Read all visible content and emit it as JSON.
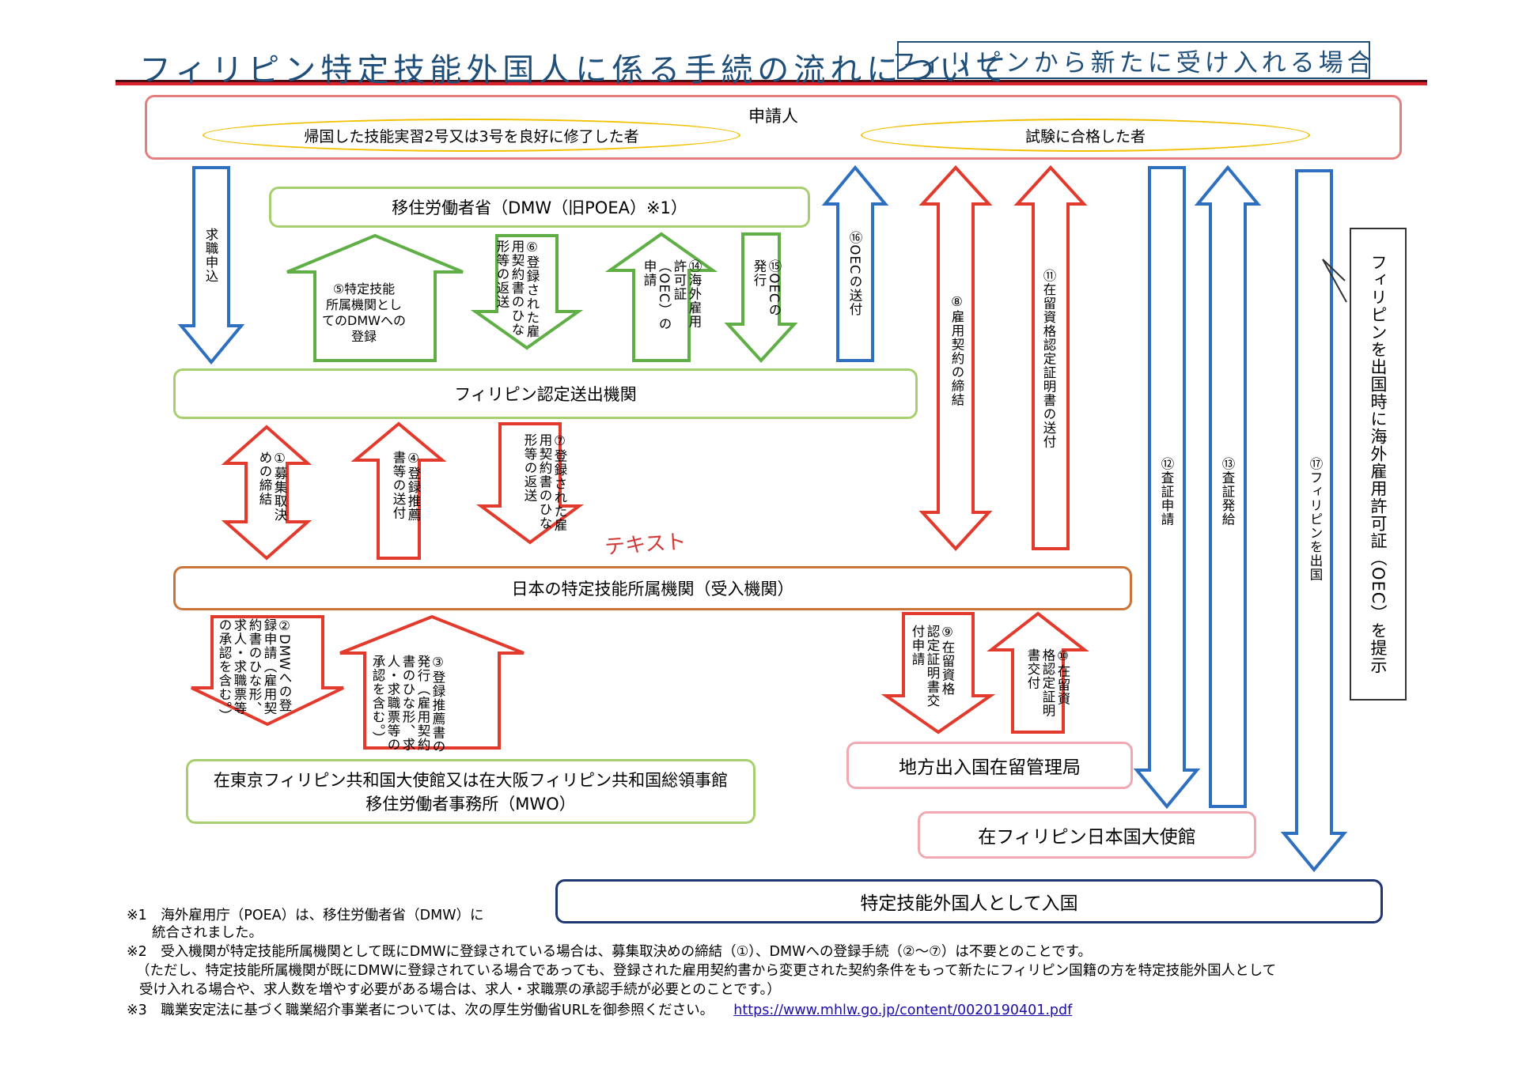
{
  "title": {
    "main": "フィリピン特定技能外国人に係る手続の流れについて",
    "sub": "フィリピンから新たに受け入れる場合"
  },
  "nodes": {
    "applicant": "申請人",
    "applicant_tech": "帰国した技能実習2号又は3号を良好に修了した者",
    "applicant_exam": "試験に合格した者",
    "dmw": "移住労働者省（DMW（旧POEA）※1）",
    "sending_agency": "フィリピン認定送出機関",
    "receiving_org": "日本の特定技能所属機関（受入機関）",
    "embassy_line1": "在東京フィリピン共和国大使館又は在大阪フィリピン共和国総領事館",
    "embassy_line2": "移住労働者事務所（MWO）",
    "immigration_bureau": "地方出入国在留管理局",
    "jp_embassy": "在フィリピン日本国大使館",
    "entry": "特定技能外国人として入国"
  },
  "arrows": {
    "job_application": "求職申込",
    "s5": "⑤特定技能\n所属機関とし\nてのDMWへの\n登録",
    "s6": "⑥登録された雇用契約書のひな形等の返送",
    "s14": "⑭海外雇用許可証（OEC）の申請",
    "s15": "⑮OECの発行",
    "s16": "⑯OECの送付",
    "s8": "⑧雇用契約の締結",
    "s11": "⑪在留資格認定証明書の送付",
    "s12": "⑫査証申請",
    "s13": "⑬査証発給",
    "s17": "⑰フィリピンを出国",
    "oec_present": "フィリピンを出国時に海外雇用許可証（OEC）を提示",
    "s1": "①募集取決めの締結",
    "s4": "④登録推薦書等の送付",
    "s7": "⑦登録された雇用契約書のひな形等の返送",
    "s2": "②DMWへの登録申請（雇用契約書のひな形、求人・求職票等の承認を含む。）",
    "s3": "③登録推薦書の発行（雇用契約書のひな形、求人・求職票等の承認を含む。）",
    "s9": "⑨在留資格認定証明書交付申請",
    "s10": "⑩在留資格認定証明書交付"
  },
  "handwritten_note": "テキスト",
  "notes": {
    "n1a": "※1　海外雇用庁（POEA）は、移住労働者省（DMW）に",
    "n1b": "統合されました。",
    "n2a": "※2　受入機関が特定技能所属機関として既にDMWに登録されている場合は、募集取決めの締結（①）、DMWへの登録手続（②～⑦）は不要とのことです。",
    "n2b": "（ただし、特定技能所属機関が既にDMWに登録されている場合であっても、登録された雇用契約書から変更された契約条件をもって新たにフィリピン国籍の方を特定技能外国人として",
    "n2c": "受け入れる場合や、求人数を増やす必要がある場合は、求人・求職票の承認手続が必要とのことです。）",
    "n3": "※3　職業安定法に基づく職業紹介事業者については、次の厚生労働省URLを御参照ください。",
    "n3_url": "https://www.mhlw.go.jp/content/0020190401.pdf"
  },
  "colors": {
    "blue": "#2e6fbf",
    "green": "#5fae46",
    "red": "#e23b2e",
    "title": "#1f4e79"
  }
}
